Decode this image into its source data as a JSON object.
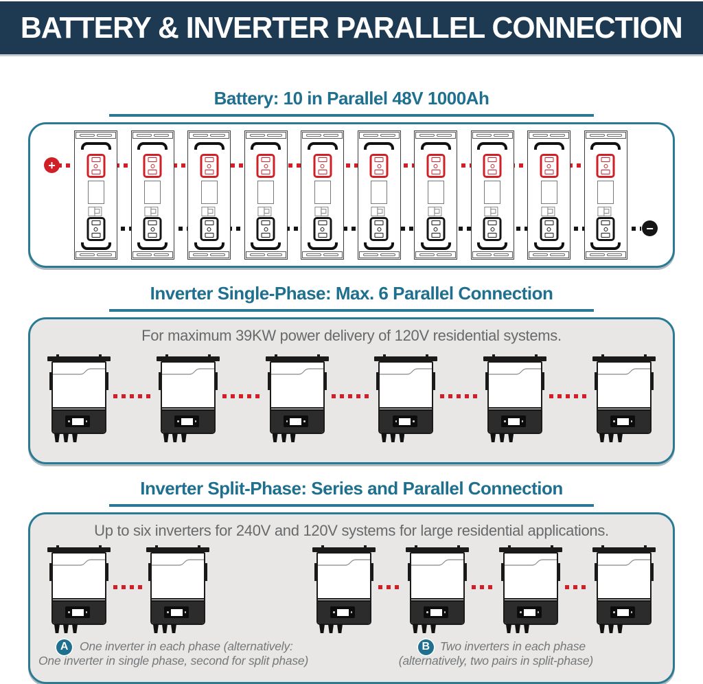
{
  "banner": {
    "title": "BATTERY & INVERTER PARALLEL CONNECTION"
  },
  "battery_section": {
    "heading": "Battery: 10 in Parallel 48V 1000Ah",
    "battery_count": 10,
    "positive_symbol": "+",
    "negative_symbol": "−"
  },
  "single_phase_section": {
    "heading": "Inverter Single-Phase: Max. 6 Parallel Connection",
    "description": "For maximum 39KW power delivery of 120V residential systems.",
    "inverter_count": 6
  },
  "split_phase_section": {
    "heading": "Inverter Split-Phase: Series and Parallel Connection",
    "description": "Up to six inverters for 240V and 120V systems for large residential applications.",
    "inverter_groups": [
      2,
      4
    ],
    "notes": [
      {
        "label": "A",
        "text": "One inverter in each phase (alternatively:\nOne inverter in single phase, second for split phase)"
      },
      {
        "label": "B",
        "text": "Two inverters in each phase\n(alternatively, two pairs in split-phase)"
      }
    ]
  },
  "colors": {
    "banner_bg": "#1d3a52",
    "heading_teal": "#1f6f8e",
    "border_teal": "#2a7a94",
    "panel_gray": "#e8e7e5",
    "body_text_gray": "#67696b",
    "note_text_gray": "#75787a",
    "bus_positive_red": "#cf2027",
    "bus_negative_black": "#151515"
  }
}
